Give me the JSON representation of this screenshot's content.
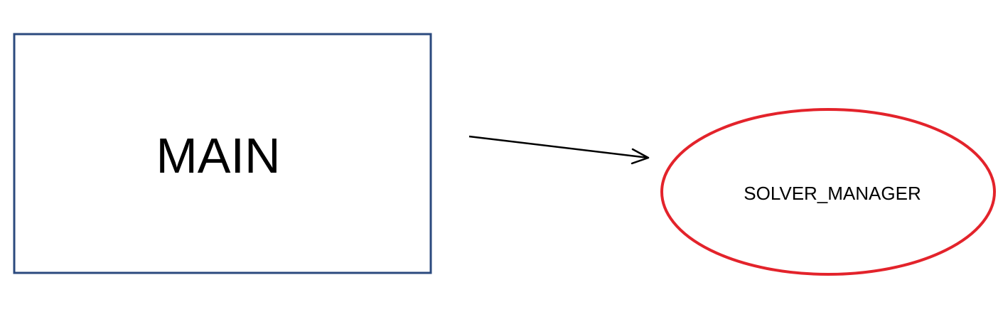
{
  "diagram": {
    "main_node": {
      "label": "MAIN",
      "border_color": "#2b4a7e",
      "shape": "rectangle"
    },
    "solver_node": {
      "label": "SOLVER_MANAGER",
      "border_color": "#e3232b",
      "shape": "ellipse"
    },
    "edge": {
      "from": "MAIN",
      "to": "SOLVER_MANAGER",
      "color": "#000000",
      "style": "arrow"
    }
  }
}
